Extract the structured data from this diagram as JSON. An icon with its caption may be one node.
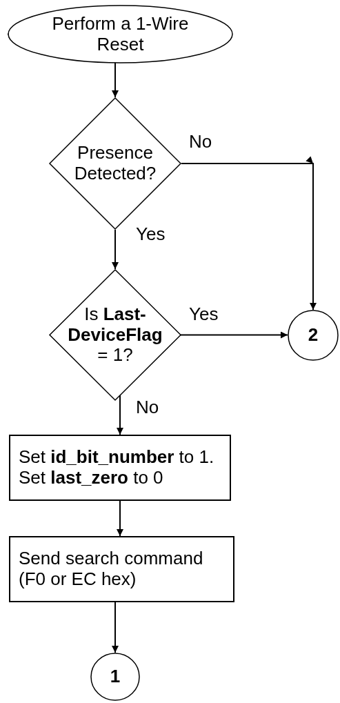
{
  "diagram": {
    "nodes": [
      {
        "text": [
          "Perform a 1-Wire Reset"
        ]
      },
      {
        "text": [
          "Presence Detected?"
        ]
      },
      {
        "text": [
          "Is **Last-DeviceFlag** = 1?"
        ]
      },
      {
        "text": [
          "2"
        ]
      },
      {
        "text": [
          "Set **id_bit_number** to 1. Set **last_zero** to 0"
        ]
      },
      {
        "text": [
          "Send search command (F0 or EC hex)"
        ]
      },
      {
        "text": [
          "1"
        ]
      }
    ],
    "edges": [
      {
        "from": 0,
        "to": 1,
        "arrow": "to"
      },
      {
        "from": 1,
        "to": 3,
        "arrow": "to",
        "label": "No"
      },
      {
        "from": 1,
        "to": 2,
        "arrow": "to",
        "label": "Yes"
      },
      {
        "from": 2,
        "to": 3,
        "arrow": "to",
        "label": "Yes"
      },
      {
        "from": 2,
        "to": 4,
        "arrow": "to",
        "label": "No"
      },
      {
        "from": 4,
        "to": 5,
        "arrow": "to"
      },
      {
        "from": 5,
        "to": 6,
        "arrow": "to"
      }
    ]
  }
}
